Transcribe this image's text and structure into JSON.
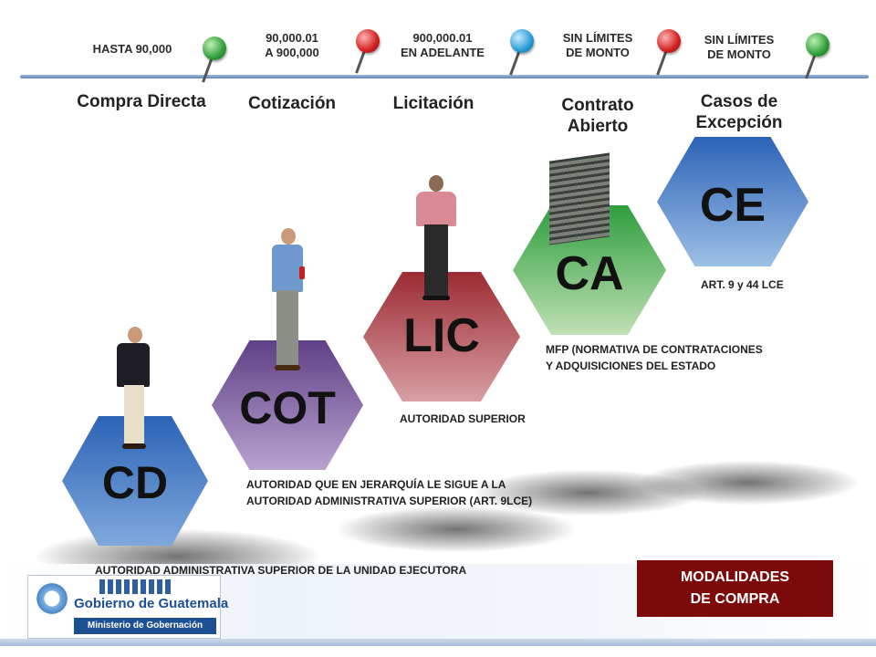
{
  "timeline": {
    "ranges": [
      {
        "text": "HASTA 90,000"
      },
      {
        "text": "90,000.01\nA 900,000"
      },
      {
        "text": "900,000.01\nEN ADELANTE"
      },
      {
        "text": "SIN LÍMITES\nDE MONTO"
      },
      {
        "text": "SIN LÍMITES\nDE MONTO"
      }
    ],
    "stages": [
      {
        "text": "Compra Directa"
      },
      {
        "text": "Cotización"
      },
      {
        "text": "Licitación"
      },
      {
        "text": "Contrato\nAbierto"
      },
      {
        "text": "Casos de\nExcepción"
      }
    ],
    "pins": [
      {
        "color": "#2e9e3a"
      },
      {
        "color": "#d21f1f"
      },
      {
        "color": "#2a9bd6"
      },
      {
        "color": "#d21f1f"
      },
      {
        "color": "#2e9e3a"
      }
    ]
  },
  "hexagons": [
    {
      "label": "CD",
      "color_top": "#2c63b6",
      "color_bottom": "#7fa9dc"
    },
    {
      "label": "COT",
      "color_top": "#5f3f86",
      "color_bottom": "#b8a3cf"
    },
    {
      "label": "LIC",
      "color_top": "#9c2b33",
      "color_bottom": "#d8a0a4"
    },
    {
      "label": "CA",
      "color_top": "#2f9e3e",
      "color_bottom": "#bfe0b4"
    },
    {
      "label": "CE",
      "color_top": "#2c63b6",
      "color_bottom": "#9cbfe6"
    }
  ],
  "notes": {
    "ce": "ART. 9 y 44 LCE",
    "ca": "MFP (NORMATIVA DE CONTRATACIONES\nY ADQUISICIONES DEL ESTADO",
    "lic": "AUTORIDAD SUPERIOR",
    "cot": "AUTORIDAD QUE EN JERARQUÍA LE SIGUE A LA\nAUTORIDAD ADMINISTRATIVA SUPERIOR (ART. 9LCE)",
    "cd": "AUTORIDAD ADMINISTRATIVA SUPERIOR DE LA UNIDAD EJECUTORA"
  },
  "footer": {
    "logo_title": "Gobierno de Guatemala",
    "logo_subtitle": "Ministerio de Gobernación",
    "badge_line1": "MODALIDADES",
    "badge_line2": "DE COMPRA"
  }
}
